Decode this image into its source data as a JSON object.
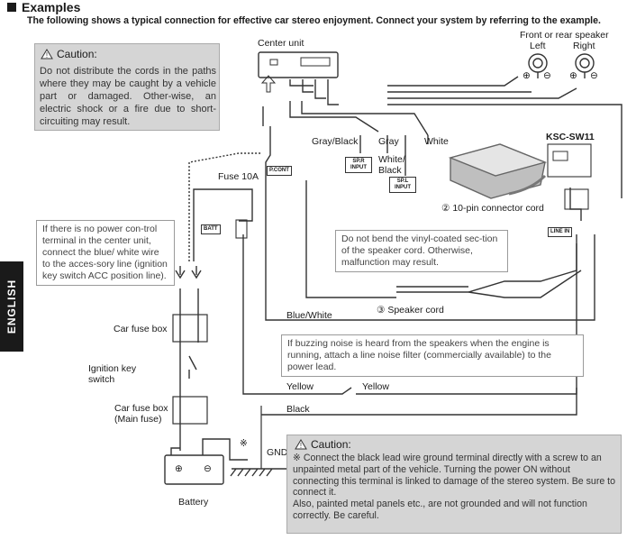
{
  "header": {
    "title": "Examples",
    "subtitle": "The following shows a typical connection for effective car stereo enjoyment. Connect your system by referring to the example."
  },
  "side_tab": {
    "label": "ENGLISH"
  },
  "caution_top": {
    "title": "Caution:",
    "body": "Do not distribute the cords in the paths where they may be caught by a vehicle part or damaged. Other-wise, an electric shock or a fire due to short-circuiting may result."
  },
  "labels": {
    "center_unit": "Center unit",
    "front_rear_speaker": "Front or rear speaker",
    "left": "Left",
    "right": "Right",
    "ksc": "KSC-SW11",
    "fuse": "Fuse 10A",
    "pcont": "P.CONT",
    "batt": "BATT",
    "spr_input": "SP.R INPUT",
    "spl_input": "SP.L INPUT",
    "line_in": "LINE IN",
    "gray_black": "Gray/Black",
    "gray": "Gray",
    "white": "White",
    "white_black": "White/ Black",
    "connector_cord": "② 10-pin connector cord",
    "speaker_cord": "③ Speaker cord",
    "blue_white": "Blue/White",
    "yellow_1": "Yellow",
    "yellow_2": "Yellow",
    "black": "Black",
    "gnd": "GND",
    "car_fuse_box": "Car fuse box",
    "ignition_key_switch": "Ignition key switch",
    "car_fuse_box_main": "Car fuse box (Main fuse)",
    "battery": "Battery",
    "asterisk": "※",
    "plus": "⊕",
    "minus": "⊖"
  },
  "notes": {
    "power_control": "If there is no power con-trol terminal in the center unit, connect the blue/ white wire to the acces-sory line (ignition key switch ACC position line).",
    "vinyl": "Do not bend the vinyl-coated sec-tion of the speaker cord. Otherwise, malfunction may result.",
    "buzzing": "If buzzing noise is heard from the speakers when the engine is running, attach a line noise filter (commercially available) to the power lead."
  },
  "caution_bottom": {
    "title": "Caution:",
    "marker": "※",
    "body1": "Connect the black lead wire ground terminal directly with a screw to an unpainted metal part of the vehicle. Turning the power ON without connecting this terminal is linked to damage of the stereo system. Be sure to connect it.",
    "body2": "Also, painted metal panels etc., are not grounded and will not function correctly. Be careful."
  },
  "colors": {
    "caution_bg": "#d5d5d5",
    "line": "#333333"
  }
}
